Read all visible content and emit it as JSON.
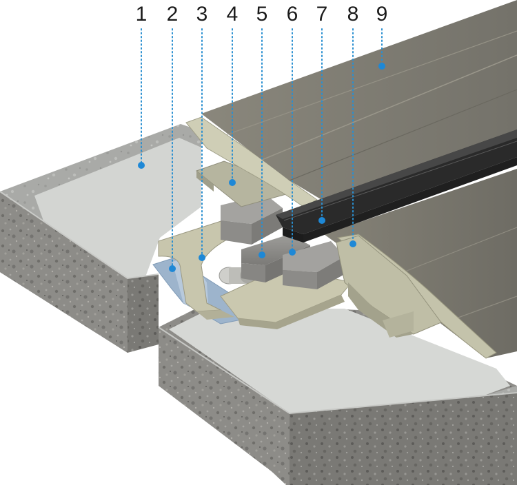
{
  "callouts": [
    {
      "label": "1"
    },
    {
      "label": "2"
    },
    {
      "label": "3"
    },
    {
      "label": "4"
    },
    {
      "label": "5"
    },
    {
      "label": "6"
    },
    {
      "label": "7"
    },
    {
      "label": "8"
    },
    {
      "label": "9"
    }
  ],
  "colors": {
    "accent": "#1e88d6",
    "concrete": "#8a8a86",
    "concrete_top": "#d4d6d3",
    "membrane": "#b8b89e",
    "cover_plate": "#7e7a6e",
    "profile": "#2a2a2a"
  }
}
